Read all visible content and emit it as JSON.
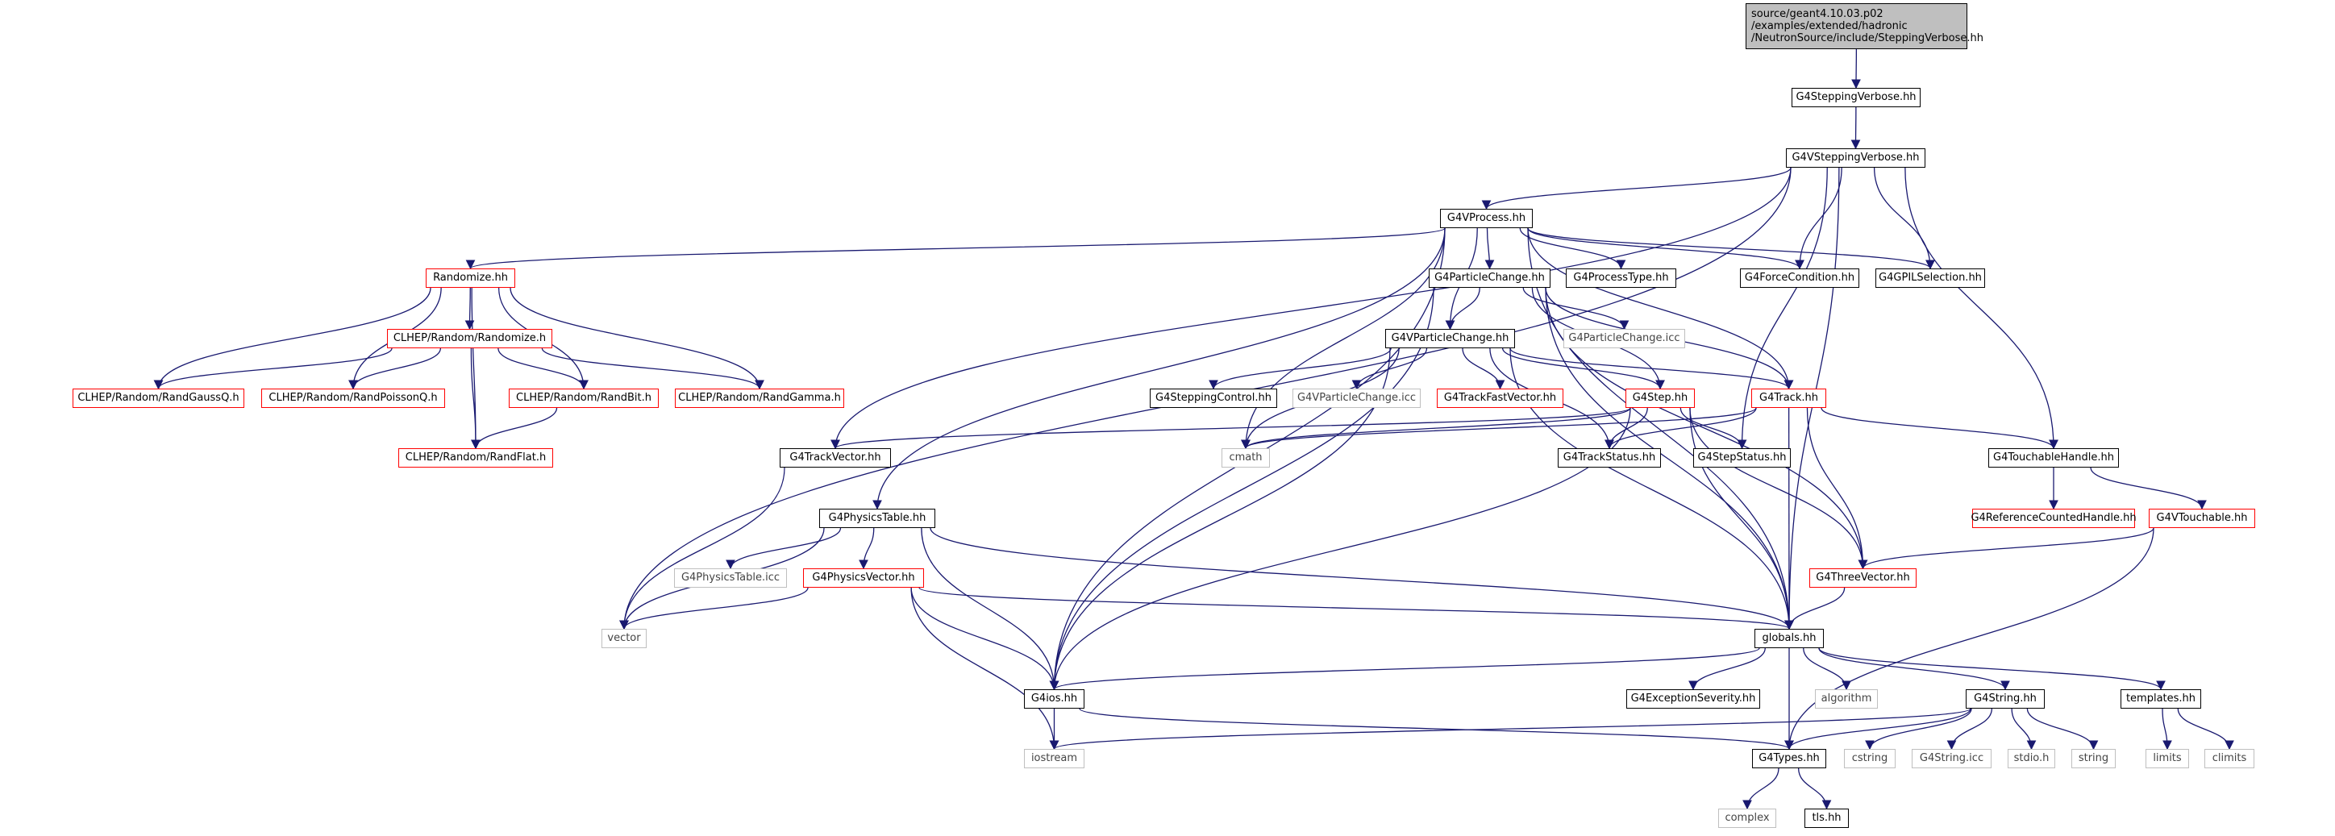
{
  "nodes": {
    "root": {
      "label": "source/geant4.10.03.p02\n/examples/extended/hadronic\n/NeutronSource/include/SteppingVerbose.hh"
    },
    "stepping_verbose": {
      "label": "G4SteppingVerbose.hh"
    },
    "vstepping_verbose": {
      "label": "G4VSteppingVerbose.hh"
    },
    "vprocess": {
      "label": "G4VProcess.hh"
    },
    "randomize": {
      "label": "Randomize.hh"
    },
    "particle_change": {
      "label": "G4ParticleChange.hh"
    },
    "process_type": {
      "label": "G4ProcessType.hh"
    },
    "force_condition": {
      "label": "G4ForceCondition.hh"
    },
    "gpil_selection": {
      "label": "G4GPILSelection.hh"
    },
    "clhep_randomize": {
      "label": "CLHEP/Random/Randomize.h"
    },
    "vparticle_change": {
      "label": "G4VParticleChange.hh"
    },
    "particle_change_icc": {
      "label": "G4ParticleChange.icc"
    },
    "rand_gauss": {
      "label": "CLHEP/Random/RandGaussQ.h"
    },
    "rand_poisson": {
      "label": "CLHEP/Random/RandPoissonQ.h"
    },
    "rand_bit": {
      "label": "CLHEP/Random/RandBit.h"
    },
    "rand_gamma": {
      "label": "CLHEP/Random/RandGamma.h"
    },
    "stepping_control": {
      "label": "G4SteppingControl.hh"
    },
    "vparticle_change_icc": {
      "label": "G4VParticleChange.icc"
    },
    "track_fast_vector": {
      "label": "G4TrackFastVector.hh"
    },
    "step": {
      "label": "G4Step.hh"
    },
    "track": {
      "label": "G4Track.hh"
    },
    "rand_flat": {
      "label": "CLHEP/Random/RandFlat.h"
    },
    "track_vector": {
      "label": "G4TrackVector.hh"
    },
    "cmath": {
      "label": "cmath"
    },
    "track_status": {
      "label": "G4TrackStatus.hh"
    },
    "step_status": {
      "label": "G4StepStatus.hh"
    },
    "touchable_handle": {
      "label": "G4TouchableHandle.hh"
    },
    "physics_table": {
      "label": "G4PhysicsTable.hh"
    },
    "ref_counted_handle": {
      "label": "G4ReferenceCountedHandle.hh"
    },
    "vtouchable": {
      "label": "G4VTouchable.hh"
    },
    "physics_table_icc": {
      "label": "G4PhysicsTable.icc"
    },
    "physics_vector": {
      "label": "G4PhysicsVector.hh"
    },
    "three_vector": {
      "label": "G4ThreeVector.hh"
    },
    "vector": {
      "label": "vector"
    },
    "globals": {
      "label": "globals.hh"
    },
    "g4ios": {
      "label": "G4ios.hh"
    },
    "exception_severity": {
      "label": "G4ExceptionSeverity.hh"
    },
    "algorithm": {
      "label": "algorithm"
    },
    "g4string": {
      "label": "G4String.hh"
    },
    "templates": {
      "label": "templates.hh"
    },
    "iostream": {
      "label": "iostream"
    },
    "g4types": {
      "label": "G4Types.hh"
    },
    "cstring": {
      "label": "cstring"
    },
    "g4string_icc": {
      "label": "G4String.icc"
    },
    "stdio": {
      "label": "stdio.h"
    },
    "string": {
      "label": "string"
    },
    "limits": {
      "label": "limits"
    },
    "climits": {
      "label": "climits"
    },
    "complex": {
      "label": "complex"
    },
    "tls": {
      "label": "tls.hh"
    }
  },
  "edges": [
    [
      "root",
      "stepping_verbose"
    ],
    [
      "stepping_verbose",
      "vstepping_verbose"
    ],
    [
      "vstepping_verbose",
      "vprocess"
    ],
    [
      "vstepping_verbose",
      "vector"
    ],
    [
      "vstepping_verbose",
      "track_vector"
    ],
    [
      "vstepping_verbose",
      "force_condition"
    ],
    [
      "vstepping_verbose",
      "gpil_selection"
    ],
    [
      "vstepping_verbose",
      "step_status"
    ],
    [
      "vstepping_verbose",
      "touchable_handle"
    ],
    [
      "vstepping_verbose",
      "globals"
    ],
    [
      "vprocess",
      "randomize"
    ],
    [
      "vprocess",
      "particle_change"
    ],
    [
      "vprocess",
      "process_type"
    ],
    [
      "vprocess",
      "force_condition"
    ],
    [
      "vprocess",
      "gpil_selection"
    ],
    [
      "vprocess",
      "vparticle_change"
    ],
    [
      "vprocess",
      "physics_table"
    ],
    [
      "vprocess",
      "g4ios"
    ],
    [
      "vprocess",
      "cmath"
    ],
    [
      "vprocess",
      "track"
    ],
    [
      "vprocess",
      "globals"
    ],
    [
      "randomize",
      "clhep_randomize"
    ],
    [
      "randomize",
      "rand_gauss"
    ],
    [
      "randomize",
      "rand_poisson"
    ],
    [
      "randomize",
      "rand_bit"
    ],
    [
      "randomize",
      "rand_gamma"
    ],
    [
      "randomize",
      "rand_flat"
    ],
    [
      "clhep_randomize",
      "rand_gauss"
    ],
    [
      "clhep_randomize",
      "rand_poisson"
    ],
    [
      "clhep_randomize",
      "rand_bit"
    ],
    [
      "clhep_randomize",
      "rand_gamma"
    ],
    [
      "clhep_randomize",
      "rand_flat"
    ],
    [
      "rand_bit",
      "rand_flat"
    ],
    [
      "particle_change",
      "vparticle_change"
    ],
    [
      "particle_change",
      "particle_change_icc"
    ],
    [
      "particle_change",
      "step"
    ],
    [
      "particle_change",
      "track"
    ],
    [
      "particle_change",
      "three_vector"
    ],
    [
      "particle_change",
      "globals"
    ],
    [
      "particle_change",
      "g4ios"
    ],
    [
      "vparticle_change",
      "stepping_control"
    ],
    [
      "vparticle_change",
      "vparticle_change_icc"
    ],
    [
      "vparticle_change",
      "track_fast_vector"
    ],
    [
      "vparticle_change",
      "step"
    ],
    [
      "vparticle_change",
      "track"
    ],
    [
      "vparticle_change",
      "cmath"
    ],
    [
      "vparticle_change",
      "g4ios"
    ],
    [
      "vparticle_change",
      "globals"
    ],
    [
      "vparticle_change",
      "track_status"
    ],
    [
      "step",
      "track_vector"
    ],
    [
      "step",
      "cmath"
    ],
    [
      "step",
      "track_status"
    ],
    [
      "step",
      "step_status"
    ],
    [
      "step",
      "three_vector"
    ],
    [
      "step",
      "globals"
    ],
    [
      "step",
      "g4ios"
    ],
    [
      "track",
      "cmath"
    ],
    [
      "track",
      "track_status"
    ],
    [
      "track",
      "touchable_handle"
    ],
    [
      "track",
      "three_vector"
    ],
    [
      "track",
      "globals"
    ],
    [
      "touchable_handle",
      "ref_counted_handle"
    ],
    [
      "touchable_handle",
      "vtouchable"
    ],
    [
      "vtouchable",
      "three_vector"
    ],
    [
      "vtouchable",
      "g4types"
    ],
    [
      "track_vector",
      "vector"
    ],
    [
      "physics_table",
      "vector"
    ],
    [
      "physics_table",
      "physics_table_icc"
    ],
    [
      "physics_table",
      "physics_vector"
    ],
    [
      "physics_table",
      "globals"
    ],
    [
      "physics_table",
      "g4ios"
    ],
    [
      "physics_vector",
      "vector"
    ],
    [
      "physics_vector",
      "globals"
    ],
    [
      "physics_vector",
      "g4ios"
    ],
    [
      "physics_vector",
      "iostream"
    ],
    [
      "three_vector",
      "globals"
    ],
    [
      "globals",
      "g4ios"
    ],
    [
      "globals",
      "exception_severity"
    ],
    [
      "globals",
      "algorithm"
    ],
    [
      "globals",
      "g4string"
    ],
    [
      "globals",
      "templates"
    ],
    [
      "globals",
      "g4types"
    ],
    [
      "g4ios",
      "iostream"
    ],
    [
      "g4ios",
      "g4types"
    ],
    [
      "g4string",
      "iostream"
    ],
    [
      "g4string",
      "g4types"
    ],
    [
      "g4string",
      "cstring"
    ],
    [
      "g4string",
      "g4string_icc"
    ],
    [
      "g4string",
      "stdio"
    ],
    [
      "g4string",
      "string"
    ],
    [
      "templates",
      "limits"
    ],
    [
      "templates",
      "climits"
    ],
    [
      "g4types",
      "complex"
    ],
    [
      "g4types",
      "tls"
    ]
  ],
  "colors": {
    "edge": "#191970",
    "black_border": "#000000",
    "red_border": "#ff0000",
    "gray_border": "#bfbfbf",
    "root_fill": "#bfbfbf"
  }
}
